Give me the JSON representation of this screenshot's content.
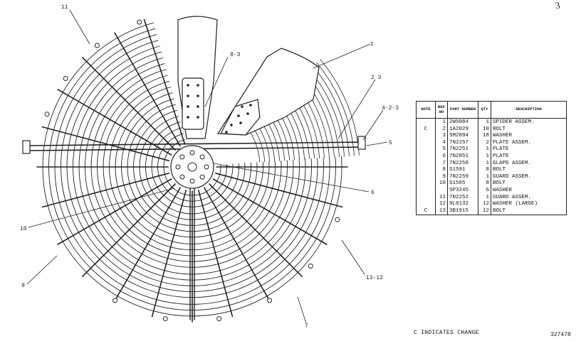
{
  "corner_mark": "3",
  "callouts": {
    "c11": "11",
    "c83": "8-3",
    "c1": "1",
    "c23": "2 3",
    "c423": "4-2-3",
    "c5": "5",
    "c6": "6",
    "c10": "10",
    "c9": "9",
    "c1312": "13-12",
    "c7": "7"
  },
  "parts_table": {
    "headers": {
      "note": "NOTE",
      "ref": "REF NO",
      "part": "PART NUMBER",
      "qty": "QTY",
      "desc": "DESCRIPTION"
    },
    "rows": [
      {
        "note": "",
        "ref": "1",
        "part": "2W5084",
        "qty": "1",
        "desc": "SPIDER ASSEM."
      },
      {
        "note": "C",
        "ref": "2",
        "part": "1A2029",
        "qty": "10",
        "desc": "BOLT"
      },
      {
        "note": "",
        "ref": "3",
        "part": "5M2894",
        "qty": "18",
        "desc": "WASHER"
      },
      {
        "note": "",
        "ref": "4",
        "part": "7N2257",
        "qty": "2",
        "desc": "PLATE ASSEM."
      },
      {
        "note": "",
        "ref": "5",
        "part": "7N2251",
        "qty": "1",
        "desc": "PLATE"
      },
      {
        "note": "",
        "ref": "6",
        "part": "7N2851",
        "qty": "1",
        "desc": "PLATE"
      },
      {
        "note": "",
        "ref": "7",
        "part": "7N2258",
        "qty": "1",
        "desc": "GLAPD ASSEM."
      },
      {
        "note": "",
        "ref": "8",
        "part": "S1591",
        "qty": "8",
        "desc": "BOLT"
      },
      {
        "note": "",
        "ref": "9",
        "part": "7N2259",
        "qty": "1",
        "desc": "GUARD ASSEM."
      },
      {
        "note": "",
        "ref": "10",
        "part": "S1585",
        "qty": "8",
        "desc": "BOLT"
      },
      {
        "note": "",
        "ref": "",
        "part": "5P3245",
        "qty": "6",
        "desc": "WASHER"
      },
      {
        "note": "",
        "ref": "11",
        "part": "7N2252",
        "qty": "1",
        "desc": "GUARD ASSEM."
      },
      {
        "note": "",
        "ref": "12",
        "part": "9L0132",
        "qty": "12",
        "desc": "WASHER (LARGE)"
      },
      {
        "note": "C",
        "ref": "13",
        "part": "3B1915",
        "qty": "12",
        "desc": "BOLT"
      }
    ]
  },
  "footer": {
    "change_note": "C INDICATES CHANGE",
    "drawing_number": "327478"
  }
}
